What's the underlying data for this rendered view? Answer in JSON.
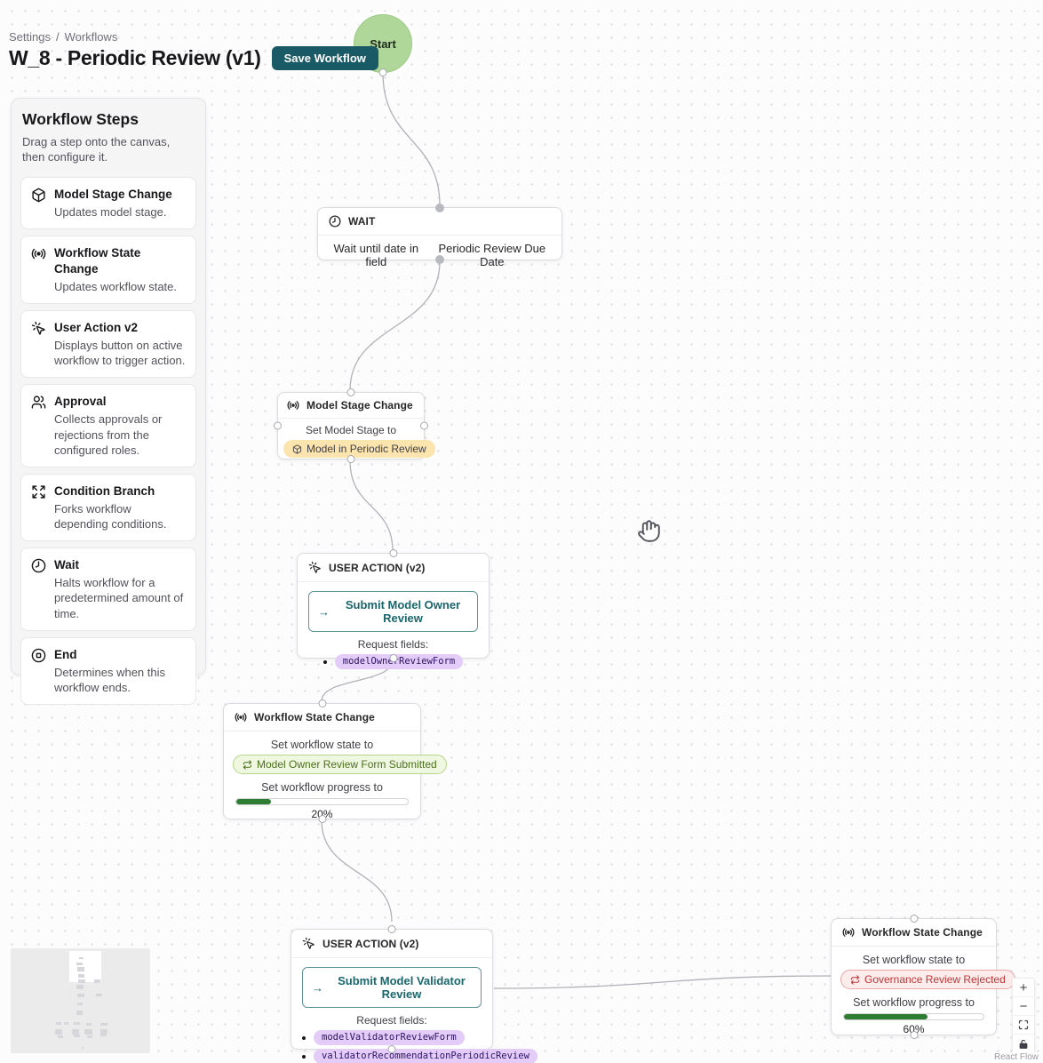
{
  "header": {
    "breadcrumb": {
      "settings": "Settings",
      "separator": "/",
      "workflows": "Workflows"
    },
    "title": "W_8 - Periodic Review (v1)",
    "save_button": "Save Workflow"
  },
  "sidebar": {
    "title": "Workflow Steps",
    "description": "Drag a step onto the canvas, then configure it.",
    "items": [
      {
        "icon": "box-icon",
        "label": "Model Stage Change",
        "description": "Updates model stage."
      },
      {
        "icon": "radio-icon",
        "label": "Workflow State Change",
        "description": "Updates workflow state."
      },
      {
        "icon": "mouse-pointer-click-icon",
        "label": "User Action v2",
        "description": "Displays button on active workflow to trigger action."
      },
      {
        "icon": "users-icon",
        "label": "Approval",
        "description": "Collects approvals or rejections from the configured roles."
      },
      {
        "icon": "expand-icon",
        "label": "Condition Branch",
        "description": "Forks workflow depending conditions."
      },
      {
        "icon": "clock-icon",
        "label": "Wait",
        "description": "Halts workflow for a predetermined amount of time."
      },
      {
        "icon": "circle-stop-icon",
        "label": "End",
        "description": "Determines when this workflow ends."
      }
    ]
  },
  "canvas": {
    "start_node": {
      "label": "Start"
    },
    "wait_node": {
      "title": "WAIT",
      "text": "Wait until date in field",
      "field": "Periodic Review Due Date"
    },
    "model_stage_node": {
      "title": "Model Stage Change",
      "label": "Set Model Stage to",
      "badge": "Model in Periodic Review"
    },
    "user_action_node_1": {
      "title": "USER ACTION (v2)",
      "button_label": "Submit Model Owner Review",
      "button_arrow": "→",
      "request_label": "Request fields:",
      "fields": [
        "modelOwnerReviewForm"
      ]
    },
    "state_change_node_1": {
      "title": "Workflow State Change",
      "state_label": "Set workflow state to",
      "badge": "Model Owner Review Form Submitted",
      "progress_label": "Set workflow progress to",
      "progress_text": "20%",
      "progress_pct": 20
    },
    "user_action_node_2": {
      "title": "USER ACTION (v2)",
      "button_label": "Submit Model Validator Review",
      "button_arrow": "→",
      "request_label": "Request fields:",
      "fields": [
        "modelValidatorReviewForm",
        "validatorRecommendationPeriodicReview"
      ]
    },
    "state_change_node_2": {
      "title": "Workflow State Change",
      "state_label": "Set workflow state to",
      "badge": "Governance Review Rejected",
      "progress_label": "Set workflow progress to",
      "progress_text": "60%",
      "progress_pct": 60
    }
  },
  "controls": {
    "zoom_in": "+",
    "zoom_out": "−"
  },
  "attribution": "React Flow",
  "colors": {
    "accent_teal": "#1a5a66",
    "start_green": "#b0d79a",
    "progress_green": "#2e7d32",
    "badge_amber_bg": "#fbe4ae",
    "badge_green_text": "#4c711b",
    "badge_red_text": "#bf3434",
    "badge_purple_bg": "#e3ccf7",
    "edge_gray": "#b1b1b7"
  }
}
